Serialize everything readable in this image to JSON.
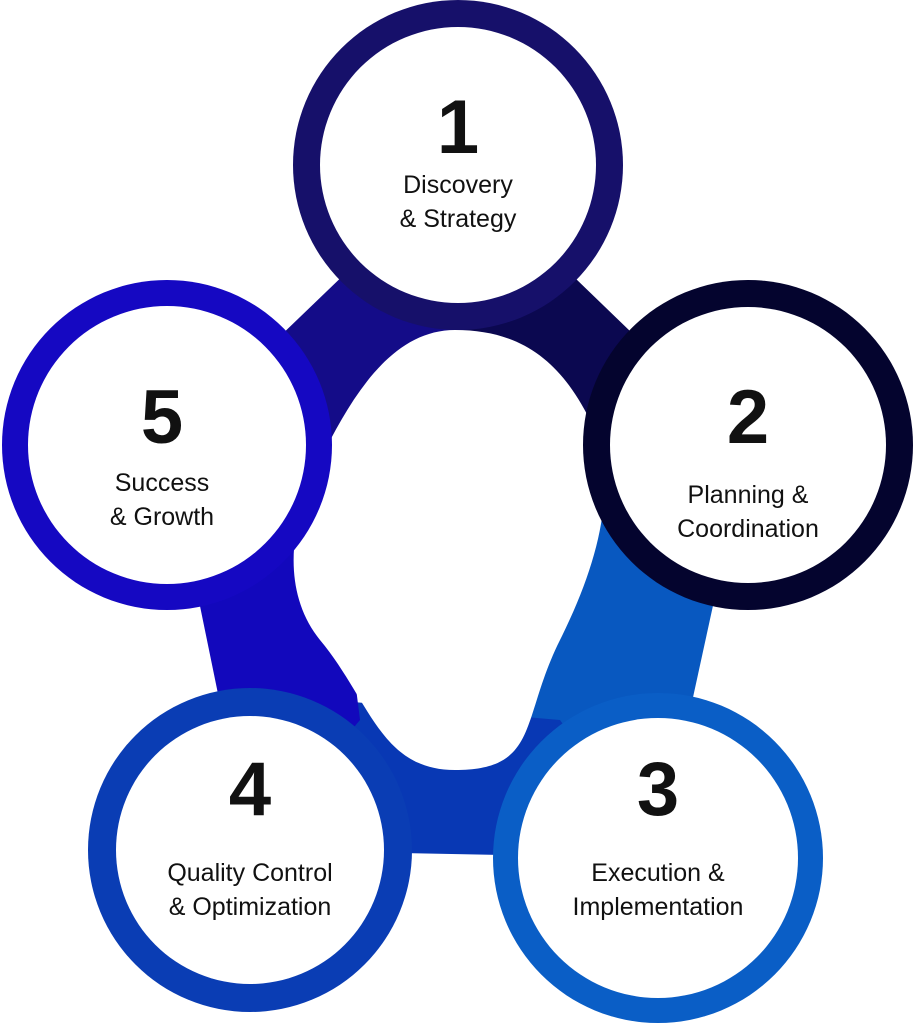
{
  "title": "Five-step process cycle",
  "steps": [
    {
      "number": "1",
      "line1": "Discovery",
      "line2": "& Strategy",
      "color": "#16106a"
    },
    {
      "number": "2",
      "line1": "Planning &",
      "line2": "Coordination",
      "color": "#04042e"
    },
    {
      "number": "3",
      "line1": "Execution &",
      "line2": "Implementation",
      "color": "#0a5ec6"
    },
    {
      "number": "4",
      "line1": "Quality Control",
      "line2": "& Optimization",
      "color": "#0a3db4"
    },
    {
      "number": "5",
      "line1": "Success",
      "line2": "& Growth",
      "color": "#1508c2"
    }
  ]
}
